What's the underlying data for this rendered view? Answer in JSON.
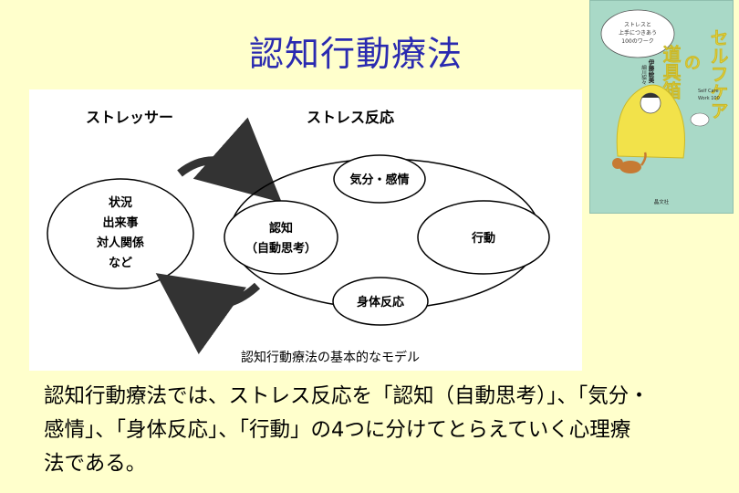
{
  "page": {
    "title": "認知行動療法"
  },
  "diagram": {
    "header_stressor": "ストレッサー",
    "header_response": "ストレス反応",
    "stressor_lines": [
      "状況",
      "出来事",
      "対人関係",
      "など"
    ],
    "cognition_lines": [
      "認知",
      "（自動思考）"
    ],
    "mood": "気分・感情",
    "behavior": "行動",
    "body": "身体反応",
    "caption": "認知行動療法の基本的なモデル"
  },
  "body_text": {
    "lines": [
      "認知行動療法では、ストレス反応を「認知（自動思考）」、「気分・",
      "感情」、「身体反応」、「行動」の4つに分けてとらえていく心理療",
      "法である。"
    ]
  },
  "book": {
    "title_vertical_1": "セルフケア",
    "title_no": "の",
    "title_vertical_2": "道具箱",
    "bubble_lines": [
      "ストレスと",
      "上手につきあう",
      "100のワーク"
    ],
    "author": "伊藤絵美",
    "illustrator": "細川貂々",
    "subtitle_lines": [
      "Self Care",
      "Work 100"
    ],
    "publisher": "晶文社",
    "colors": {
      "cover": "#a9d9c7",
      "title": "#f5e64a",
      "blanket": "#f2e24a"
    }
  }
}
